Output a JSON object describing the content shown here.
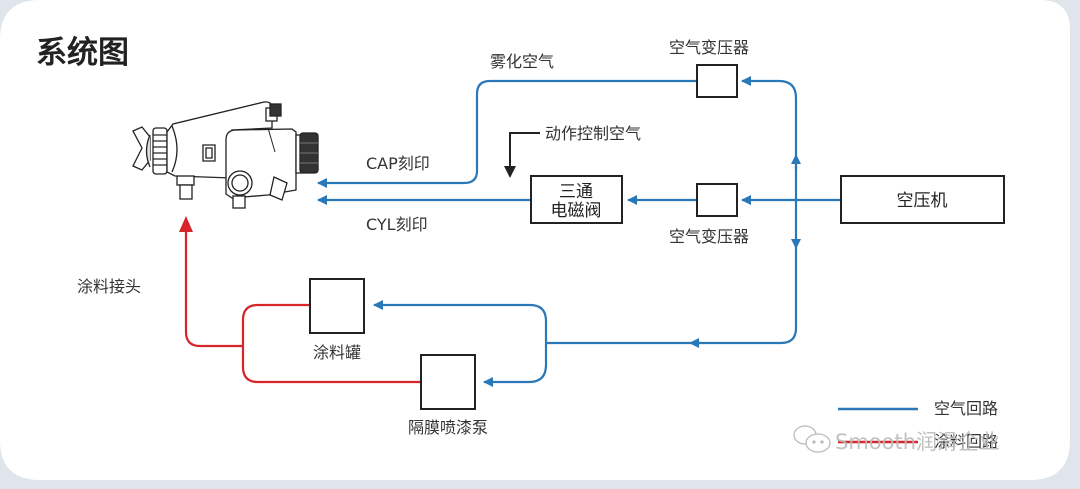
{
  "title": "系统图",
  "colors": {
    "air": "#2a78b8",
    "paint": "#d6262b",
    "box_stroke": "#222222",
    "background": "#ffffff"
  },
  "components": {
    "air_regulator_top": "空气变压器",
    "air_regulator_bottom": "空气变压器",
    "solenoid_valve": [
      "三通",
      "电磁阀"
    ],
    "compressor": "空压机",
    "paint_tank": "涂料罐",
    "diaphragm_pump": "隔膜喷漆泵",
    "spray_gun": "spray-gun"
  },
  "labels": {
    "atomizing_air": "雾化空气",
    "action_control_air": "动作控制空气",
    "cap_port": "CAP刻印",
    "cyl_port": "CYL刻印",
    "paint_inlet": "涂料接头"
  },
  "legend": [
    {
      "label": "空气回路",
      "color": "#2a78b8"
    },
    {
      "label": "涂料回路",
      "color": "#d6262b"
    }
  ],
  "watermark": "Smooth润滑企业"
}
